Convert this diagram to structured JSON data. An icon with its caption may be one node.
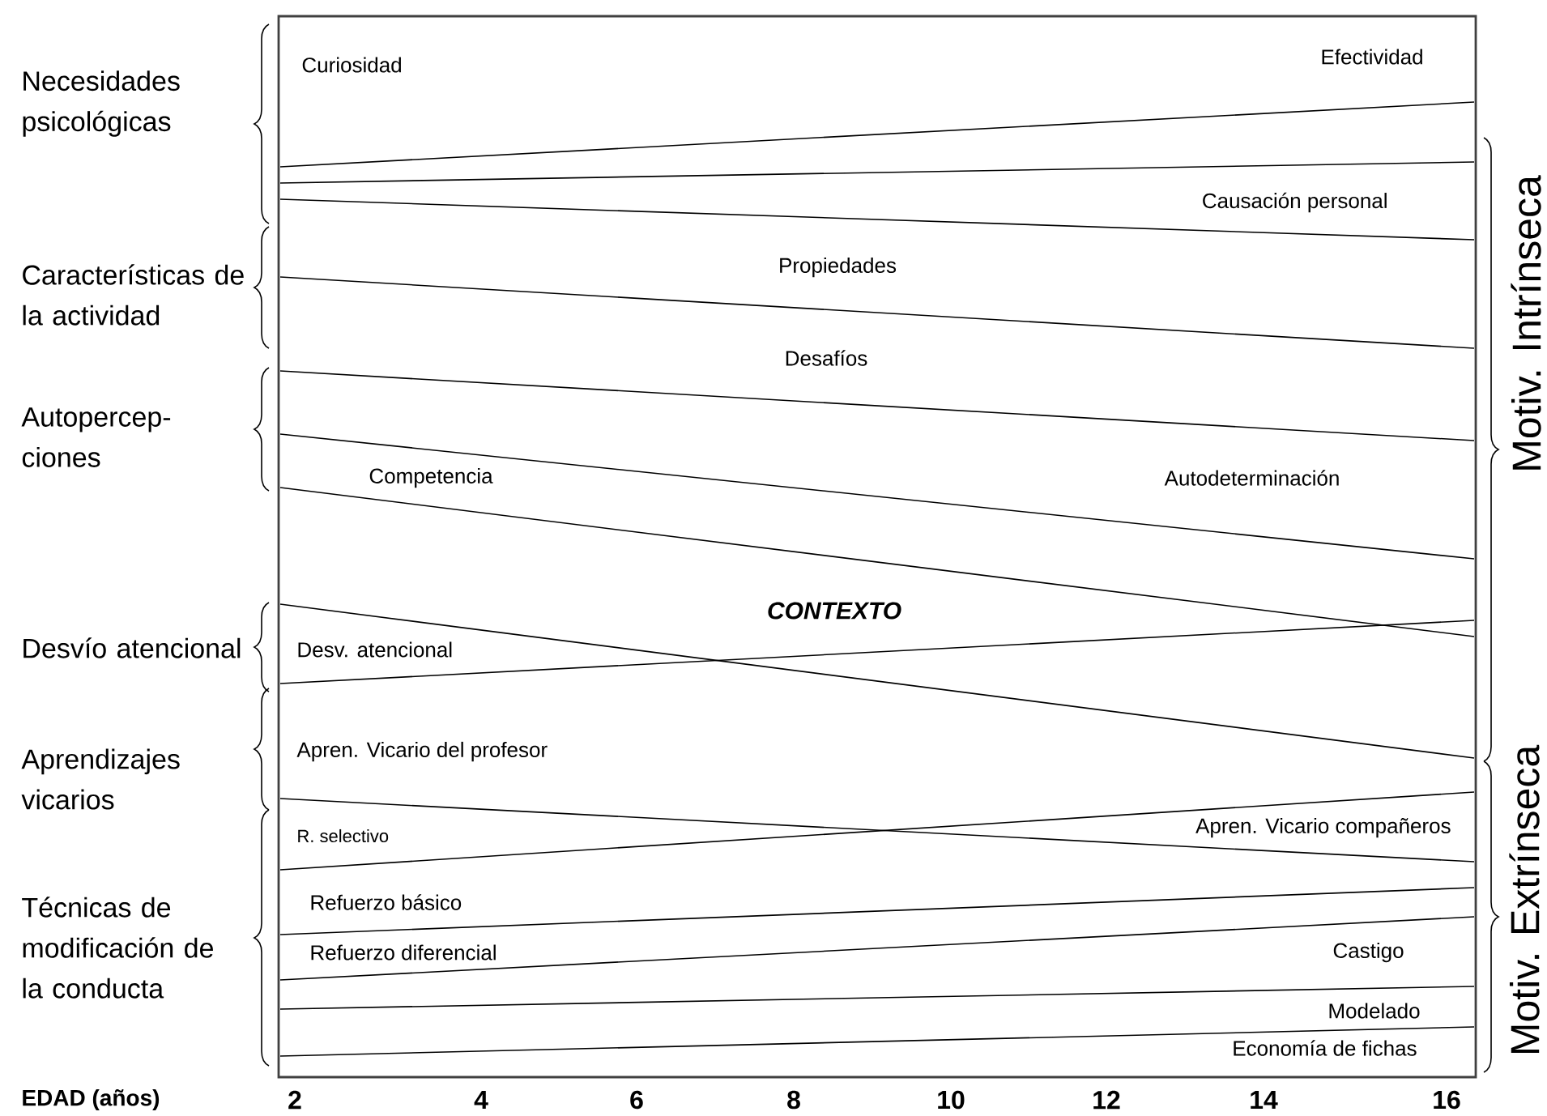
{
  "diagram": {
    "labels": [
      "Necesidades psicológicas",
      "Curiosidad",
      "Efectividad",
      "Motiv. Intrínseca",
      "Causación personal",
      "Características de la actividad",
      "Propiedades",
      "Desafíos",
      "Autopercep- ciones",
      "Competencia",
      "Autodeterminación",
      "CONTEXTO",
      "Desvío atencional",
      "Desv. atencional",
      "Aprendizajes vicarios",
      "Apren. Vicario del profesor",
      "Motiv. Extrínseca",
      "R. selectivo",
      "Apren. Vicario compañeros",
      "Técnicas de modificación de la conducta",
      "Refuerzo básico",
      "Refuerzo diferencial",
      "Castigo",
      "Modelado",
      "Economía de fichas",
      "EDAD (años)",
      "2",
      "4",
      "6",
      "8",
      "10",
      "12",
      "14",
      "16"
    ]
  }
}
